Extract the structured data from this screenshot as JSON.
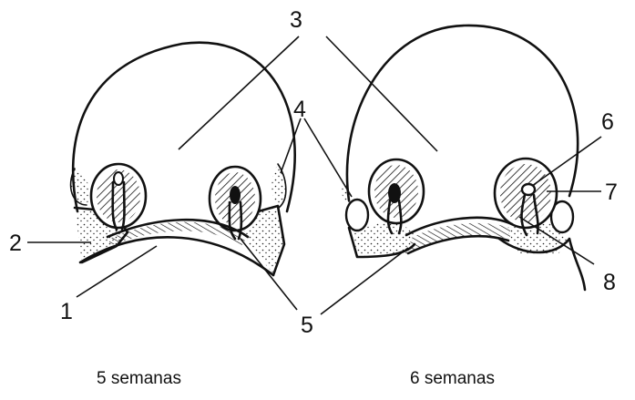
{
  "numbers": {
    "n1": "1",
    "n2": "2",
    "n3": "3",
    "n4": "4",
    "n5": "5",
    "n6": "6",
    "n7": "7",
    "n8": "8"
  },
  "captions": {
    "left": "5 semanas",
    "right": "6 semanas"
  },
  "colors": {
    "ink": "#111111",
    "background": "#ffffff"
  }
}
